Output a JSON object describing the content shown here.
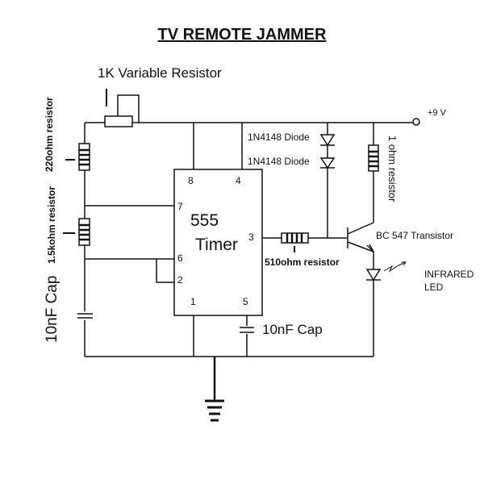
{
  "title": "TV REMOTE JAMMER",
  "components": {
    "variable_resistor": "1K Variable Resistor",
    "resistor_220": "220ohm resistor",
    "resistor_1_5k": "1.5kohm resistor",
    "cap_timing": "10nF Cap",
    "cap_control": "10nF Cap",
    "timer_line1": "555",
    "timer_line2": "Timer",
    "diode1": "1N4148 Diode",
    "diode2": "1N4148 Diode",
    "resistor_1ohm": "1 ohm resistor",
    "resistor_510": "510ohm resistor",
    "transistor": "BC 547 Transistor",
    "led_line1": "INFRARED",
    "led_line2": "LED",
    "supply": "+9 V"
  },
  "pins": {
    "p8": "8",
    "p4": "4",
    "p7": "7",
    "p6": "6",
    "p2": "2",
    "p1": "1",
    "p5": "5",
    "p3": "3"
  }
}
